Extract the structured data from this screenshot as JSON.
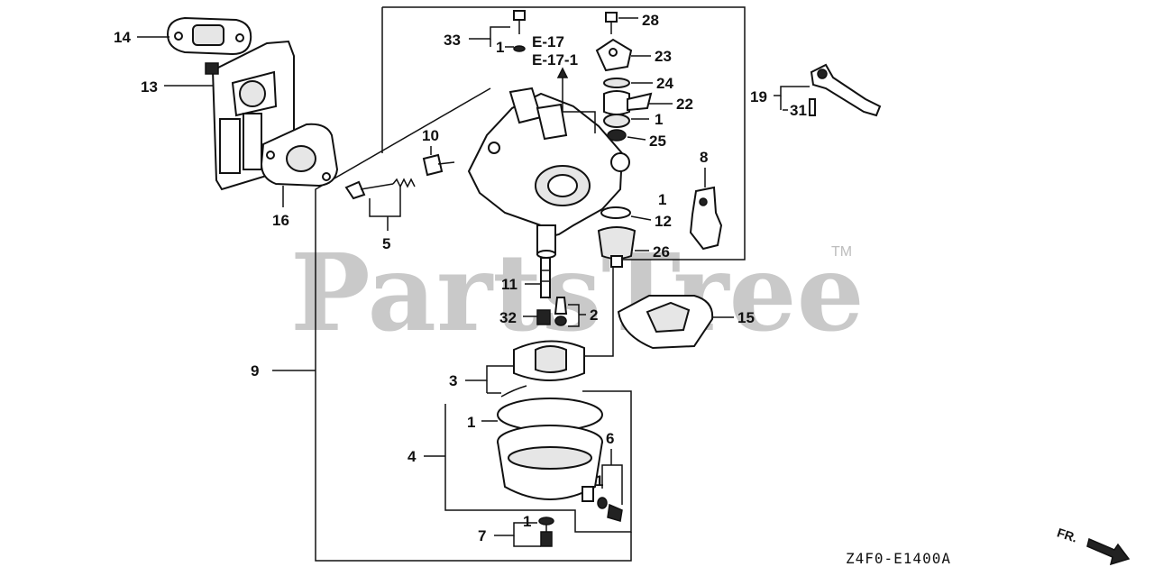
{
  "watermark": {
    "text": "PartsTree",
    "tm": "TM"
  },
  "diagram_code": "Z4F0-E1400A",
  "direction_label": "FR.",
  "refs": [
    "E-17",
    "E-17-1"
  ],
  "callouts": {
    "p14": "14",
    "p13": "13",
    "p16": "16",
    "p10": "10",
    "p5": "5",
    "p33": "33",
    "p1_a": "1",
    "p28": "28",
    "p23": "23",
    "p24": "24",
    "p22": "22",
    "p1_b": "1",
    "p25": "25",
    "p19": "19",
    "p31": "31",
    "p8": "8",
    "p1_c": "1",
    "p12": "12",
    "p26": "26",
    "p11": "11",
    "p32": "32",
    "p2": "2",
    "p15": "15",
    "p9": "9",
    "p3": "3",
    "p1_d": "1",
    "p4": "4",
    "p6": "6",
    "p1_e": "1",
    "p1_f": "1",
    "p7": "7"
  }
}
